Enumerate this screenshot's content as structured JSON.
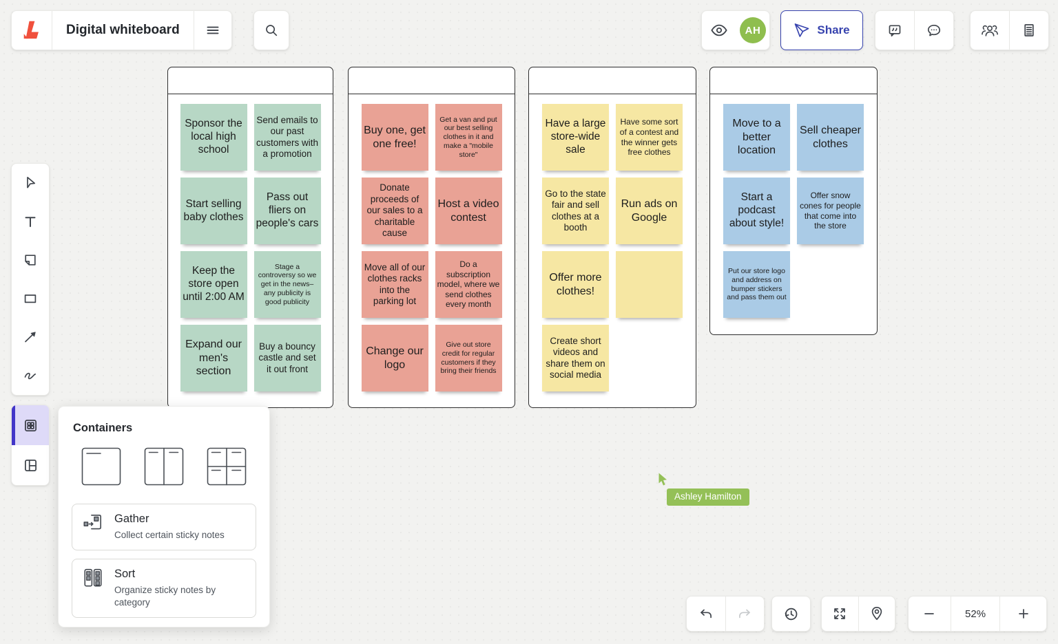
{
  "app": {
    "title": "Digital whiteboard",
    "logo_color": "#f0503c",
    "header_icons": [
      "lucid-logo-icon",
      "hamburger-menu-icon",
      "search-icon"
    ]
  },
  "top_right": {
    "presence_icons": [
      "eye-icon",
      "user-avatar"
    ],
    "avatar_initials": "AH",
    "avatar_color": "#8fbe4e",
    "share_label": "Share",
    "share_color": "#3743ae",
    "share_icon": "paper-plane-icon",
    "comment_icons": [
      "quote-comment-icon",
      "chat-bubble-icon"
    ],
    "panel_icons": [
      "people-icon",
      "notes-document-icon"
    ]
  },
  "tools_panel": {
    "items": [
      "select-tool",
      "text-tool",
      "sticky-note-tool",
      "shape-tool",
      "arrow-tool",
      "draw-tool"
    ]
  },
  "shapes_panel": {
    "items": [
      "containers-tool",
      "layout-tool"
    ],
    "selected": "containers-tool",
    "selected_bg": "#dedaf8",
    "selected_bar_color": "#4236c8"
  },
  "containers_popup": {
    "title": "Containers",
    "thumbnails": [
      "single-container",
      "two-column-container",
      "four-quadrant-container"
    ],
    "actions": [
      {
        "label": "Gather",
        "description": "Collect certain sticky notes",
        "icon": "gather-icon"
      },
      {
        "label": "Sort",
        "description": "Organize sticky notes by category",
        "icon": "sort-icon"
      }
    ]
  },
  "board": {
    "containers": [
      {
        "title": "",
        "color": "#b7d7c5",
        "notes": [
          "Sponsor the local high school",
          "Send emails to our past customers with a promotion",
          "Start selling baby clothes",
          "Pass out fliers on people's cars",
          "Keep the store open until 2:00 AM",
          "Stage a controversy so we get in the news–any publicity is good publicity",
          "Expand our men's section",
          "Buy a bouncy castle and set it out front"
        ]
      },
      {
        "title": "",
        "color": "#e9a295",
        "notes": [
          "Buy one, get one free!",
          "Get a van and put our best selling clothes in it and make a \"mobile store\"",
          "Donate proceeds of our sales to a charitable cause",
          "Host a video contest",
          "Move all of our clothes racks into the parking lot",
          "Do a subscription model, where we send clothes every month",
          "Change our logo",
          "Give out store credit for regular customers if they bring their friends"
        ]
      },
      {
        "title": "",
        "color": "#f6e7a3",
        "notes": [
          "Have a large store-wide sale",
          "Have some sort of a contest and the winner gets free clothes",
          "Go to the state fair and sell clothes at a booth",
          "Run ads on Google",
          "Offer more clothes!",
          "",
          "Create short videos and share them on social media"
        ]
      },
      {
        "title": "",
        "color": "#aacbe6",
        "notes": [
          "Move to a better location",
          "Sell cheaper clothes",
          "Start a podcast about style!",
          "Offer snow cones for people that come into the store",
          "Put our store logo and address on bumper stickers and pass them out"
        ]
      }
    ]
  },
  "collaborator": {
    "name": "Ashley Hamilton",
    "color": "#94c057"
  },
  "bottom_controls": {
    "zoom_level": "52%",
    "icons": [
      "undo-icon",
      "redo-icon",
      "history-icon",
      "fullscreen-icon",
      "map-pin-icon",
      "zoom-out-icon",
      "zoom-in-icon"
    ]
  }
}
